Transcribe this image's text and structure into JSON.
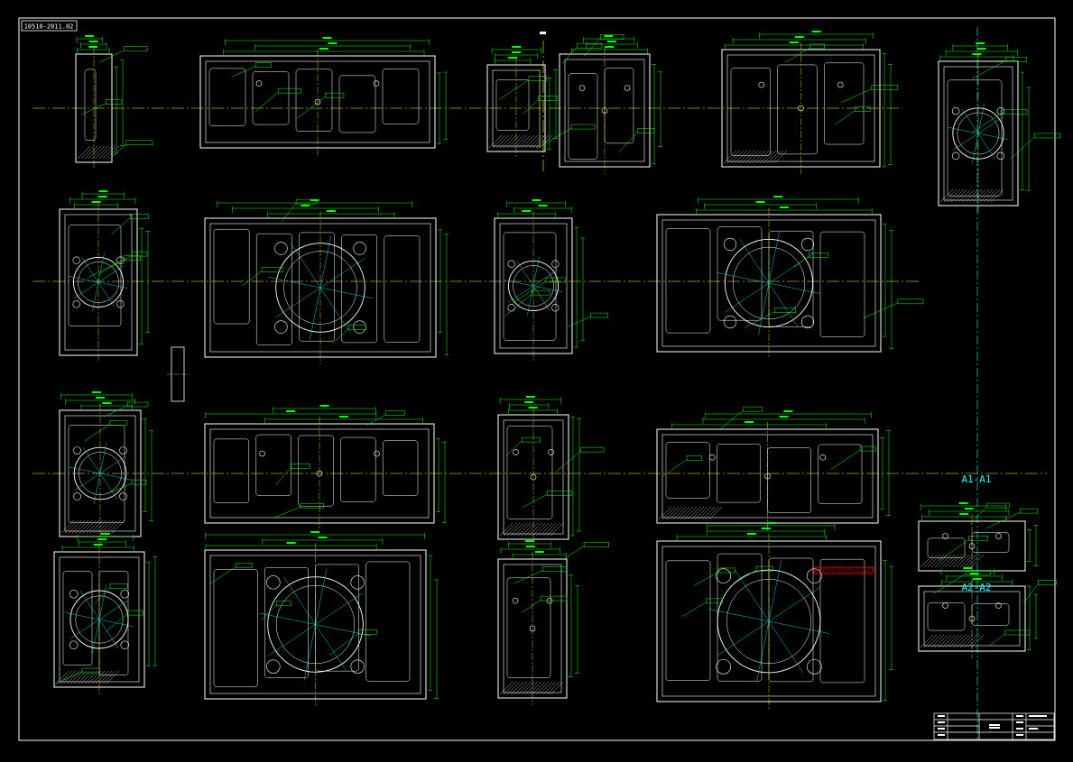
{
  "drawing": {
    "drawing_number": "10510-2011.02",
    "section_labels": [
      "A1-A1",
      "A2-A2"
    ],
    "colors": {
      "background": "#000000",
      "outline": "#ffffff",
      "dimension": "#00ff00",
      "centerline": "#ffff00",
      "construction": "#00ffff",
      "hatch": "#ff0000"
    },
    "views": [
      "top-left-section",
      "top-plan",
      "top-flange-section",
      "top-detail-small",
      "top-right-section",
      "corner-section",
      "mid-side-view",
      "mid-front-view",
      "mid-end-flange",
      "mid-bore-view",
      "lower-left-section",
      "lower-plan",
      "lower-tall-section",
      "lower-right-section",
      "bottom-left-section",
      "bottom-front-view",
      "bottom-end-view",
      "bottom-right-view",
      "section-a1",
      "section-a2"
    ]
  }
}
